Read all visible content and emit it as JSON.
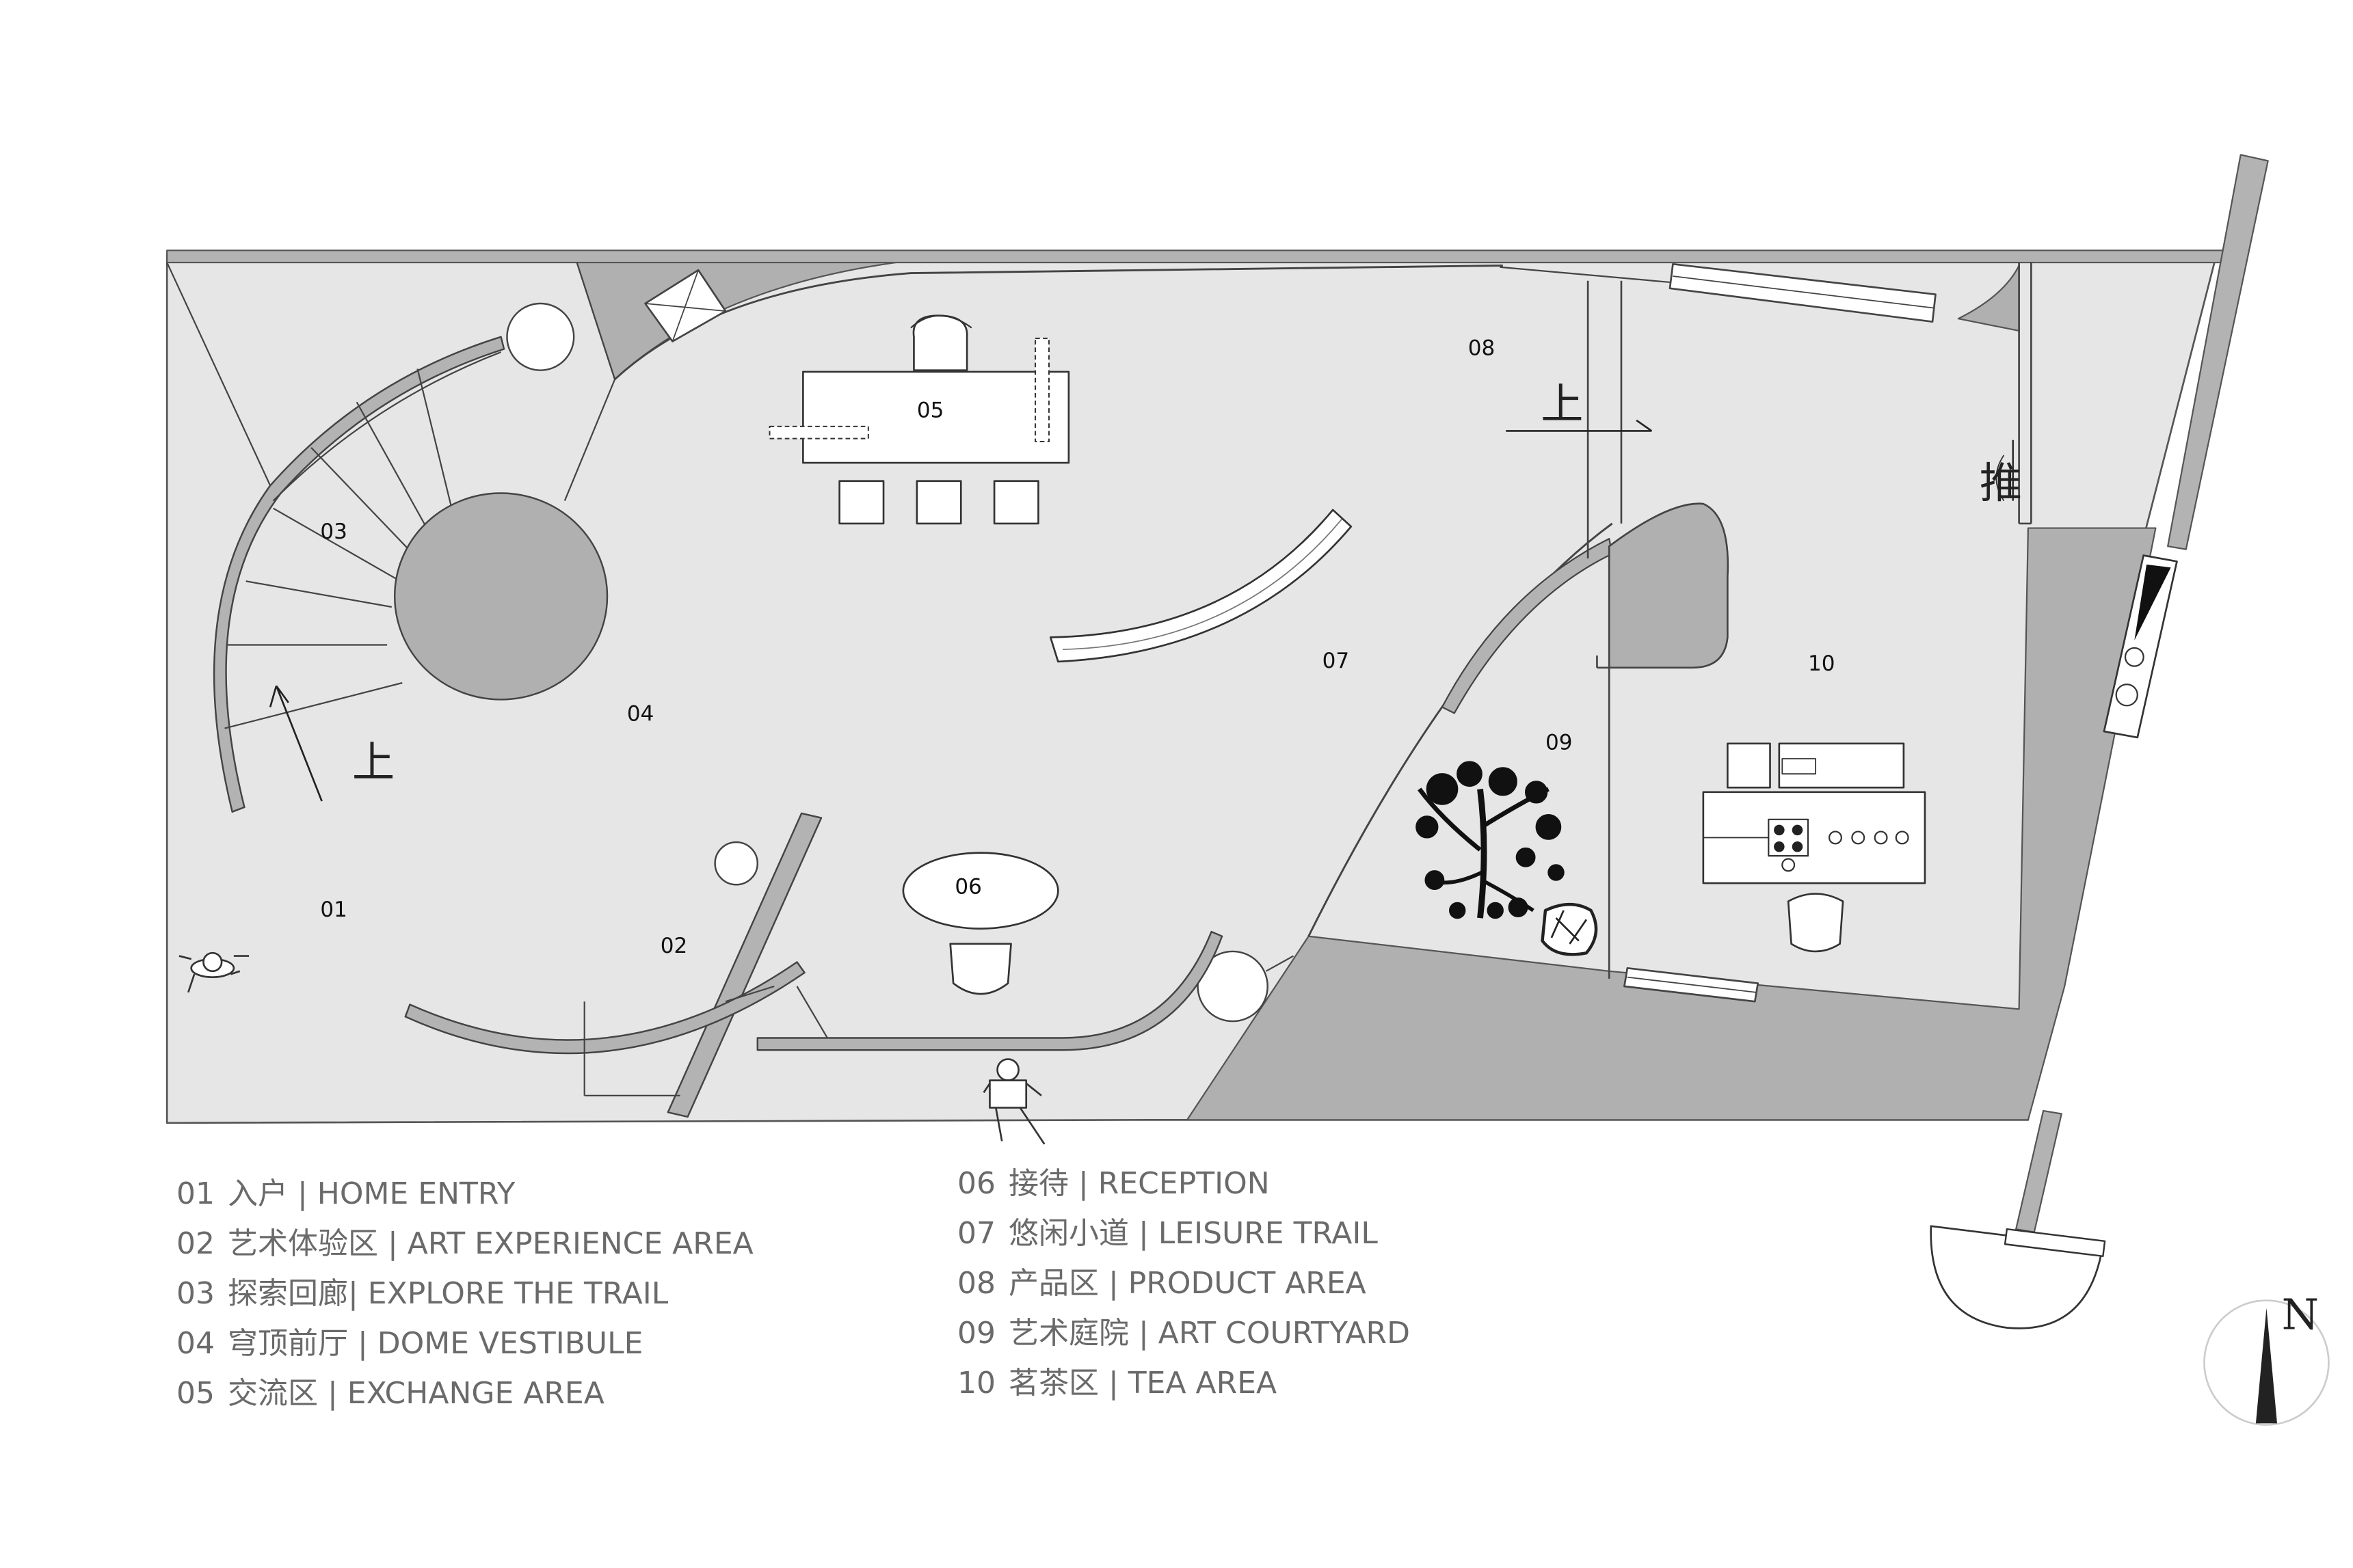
{
  "rooms": {
    "r01": "01",
    "r02": "02",
    "r03": "03",
    "r04": "04",
    "r05": "05",
    "r06": "06",
    "r07": "07",
    "r08": "08",
    "r09": "09",
    "r10": "10"
  },
  "marks": {
    "stair_up": "上",
    "ramp_up": "上",
    "push": "推",
    "north": "N"
  },
  "legend": {
    "left": [
      {
        "num": "01",
        "label": "入户 | HOME ENTRY"
      },
      {
        "num": "02",
        "label": "艺术体验区 | ART EXPERIENCE AREA"
      },
      {
        "num": "03",
        "label": "探索回廊| EXPLORE THE TRAIL"
      },
      {
        "num": "04",
        "label": "穹顶前厅 | DOME VESTIBULE"
      },
      {
        "num": "05",
        "label": "交流区 | EXCHANGE AREA"
      }
    ],
    "right": [
      {
        "num": "06",
        "label": "接待 | RECEPTION"
      },
      {
        "num": "07",
        "label": "悠闲小道 | LEISURE TRAIL"
      },
      {
        "num": "08",
        "label": "产品区 | PRODUCT AREA"
      },
      {
        "num": "09",
        "label": "艺术庭院 | ART COURTYARD"
      },
      {
        "num": "10",
        "label": "茗茶区 | TEA AREA"
      }
    ]
  },
  "colors": {
    "floor": "#e6e6e6",
    "wall": "#b3b3b3",
    "dark_zone": "#b0b0b0",
    "line": "#333333",
    "legend_text": "#6a6a6a"
  },
  "icons": [
    "person-icon",
    "tree-icon",
    "rock-icon",
    "chair-icon",
    "north-arrow-icon",
    "door-swing-icon"
  ]
}
